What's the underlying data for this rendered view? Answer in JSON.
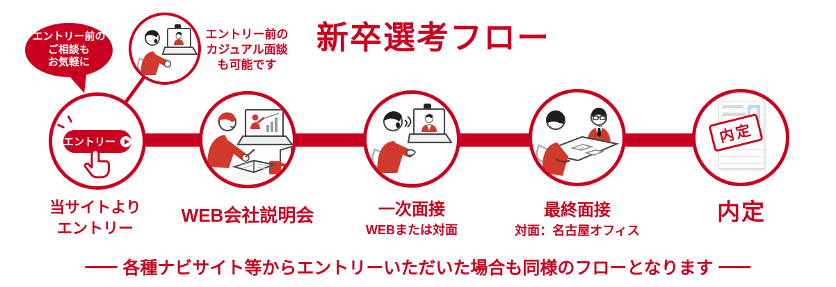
{
  "title": "新卒選考フロー",
  "colors": {
    "primary_red": "#c9001f",
    "illustration_red": "#cf3a2c",
    "photo_blue": "#b8dcf2"
  },
  "pre_entry": {
    "bubble_lines": [
      "エントリー前の",
      "ご相談も",
      "お気軽に"
    ],
    "caption_lines": [
      "エントリー前の",
      "カジュアル面談",
      "も可能です"
    ]
  },
  "entry_button_label": "エントリー",
  "steps": [
    {
      "title_lines": [
        "当サイトより",
        "エントリー"
      ]
    },
    {
      "title_lines": [
        "WEB会社説明会"
      ]
    },
    {
      "title_lines": [
        "一次面接"
      ],
      "subtitle": "WEBまたは対面"
    },
    {
      "title_lines": [
        "最終面接"
      ],
      "subtitle": "対面：名古屋オフィス"
    },
    {
      "title_lines": [
        "内定"
      ],
      "stamp_text": "内定"
    }
  ],
  "footer_note": "各種ナビサイト等からエントリーいただいた場合も同様のフローとなります"
}
